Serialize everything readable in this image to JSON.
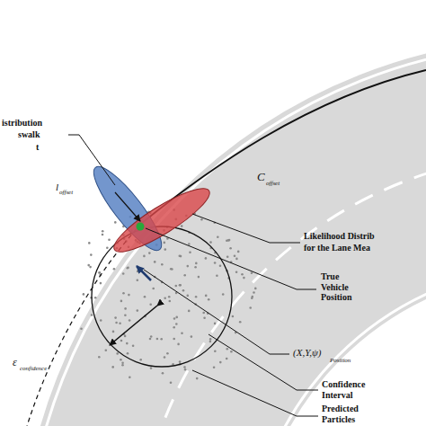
{
  "diagram": {
    "labels": [
      "istribution",
      "swalk",
      "t",
      "C",
      "offset",
      "l",
      "offset",
      "Likelihood Distrib",
      "for the Lane Mea",
      "True Vehicle Position",
      "ε",
      "confidence",
      "(X,Y,ψ)",
      "Position",
      "Confidence Interval",
      "Predicted Particles"
    ]
  }
}
